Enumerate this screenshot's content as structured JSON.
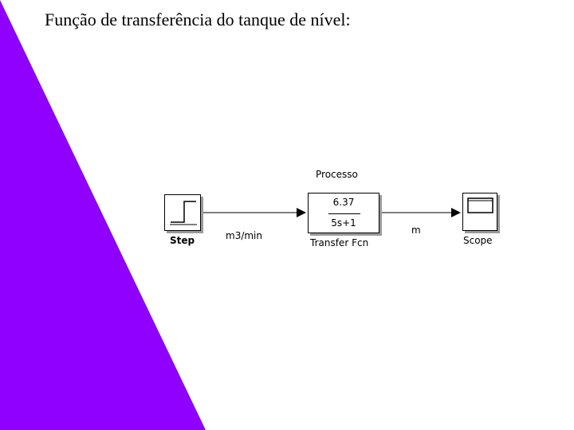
{
  "slide": {
    "title": "Função de transferência do tanque de nível:",
    "accent_color": "#8f00ff"
  },
  "diagram": {
    "step_block": {
      "label": "Step"
    },
    "transfer_block": {
      "header": "Processo",
      "numerator": "6.37",
      "denominator": "5s+1",
      "label": "Transfer Fcn"
    },
    "scope_block": {
      "label": "Scope"
    },
    "signal_in": {
      "label": "m3/min"
    },
    "signal_out": {
      "label": "m"
    }
  }
}
